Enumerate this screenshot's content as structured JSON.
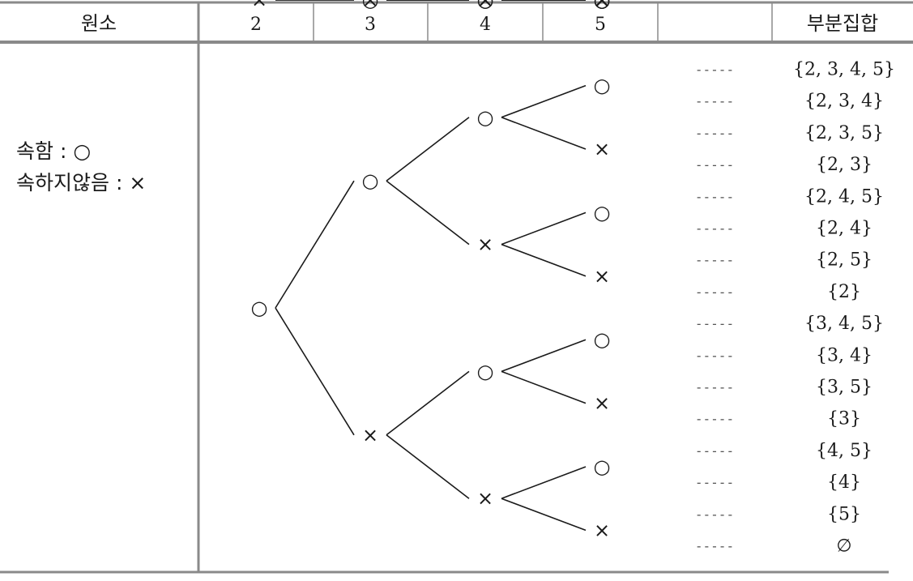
{
  "header": {
    "element_label": "원소",
    "columns": [
      "2",
      "3",
      "4",
      "5",
      ""
    ],
    "subset_label": "부분집합"
  },
  "legend": {
    "included": "속함 : ○",
    "excluded": "속하지않음 : ×"
  },
  "symbols": {
    "in": "○",
    "out": "×",
    "dashes": "-----"
  },
  "subsets": [
    "{2, 3, 4, 5}",
    "{2, 3, 4}",
    "{2, 3, 5}",
    "{2, 3}",
    "{2, 4, 5}",
    "{2, 4}",
    "{2, 5}",
    "{2}",
    "{3, 4, 5}",
    "{3, 4}",
    "{3, 5}",
    "{3}",
    "{4, 5}",
    "{4}",
    "{5}",
    "∅"
  ]
}
